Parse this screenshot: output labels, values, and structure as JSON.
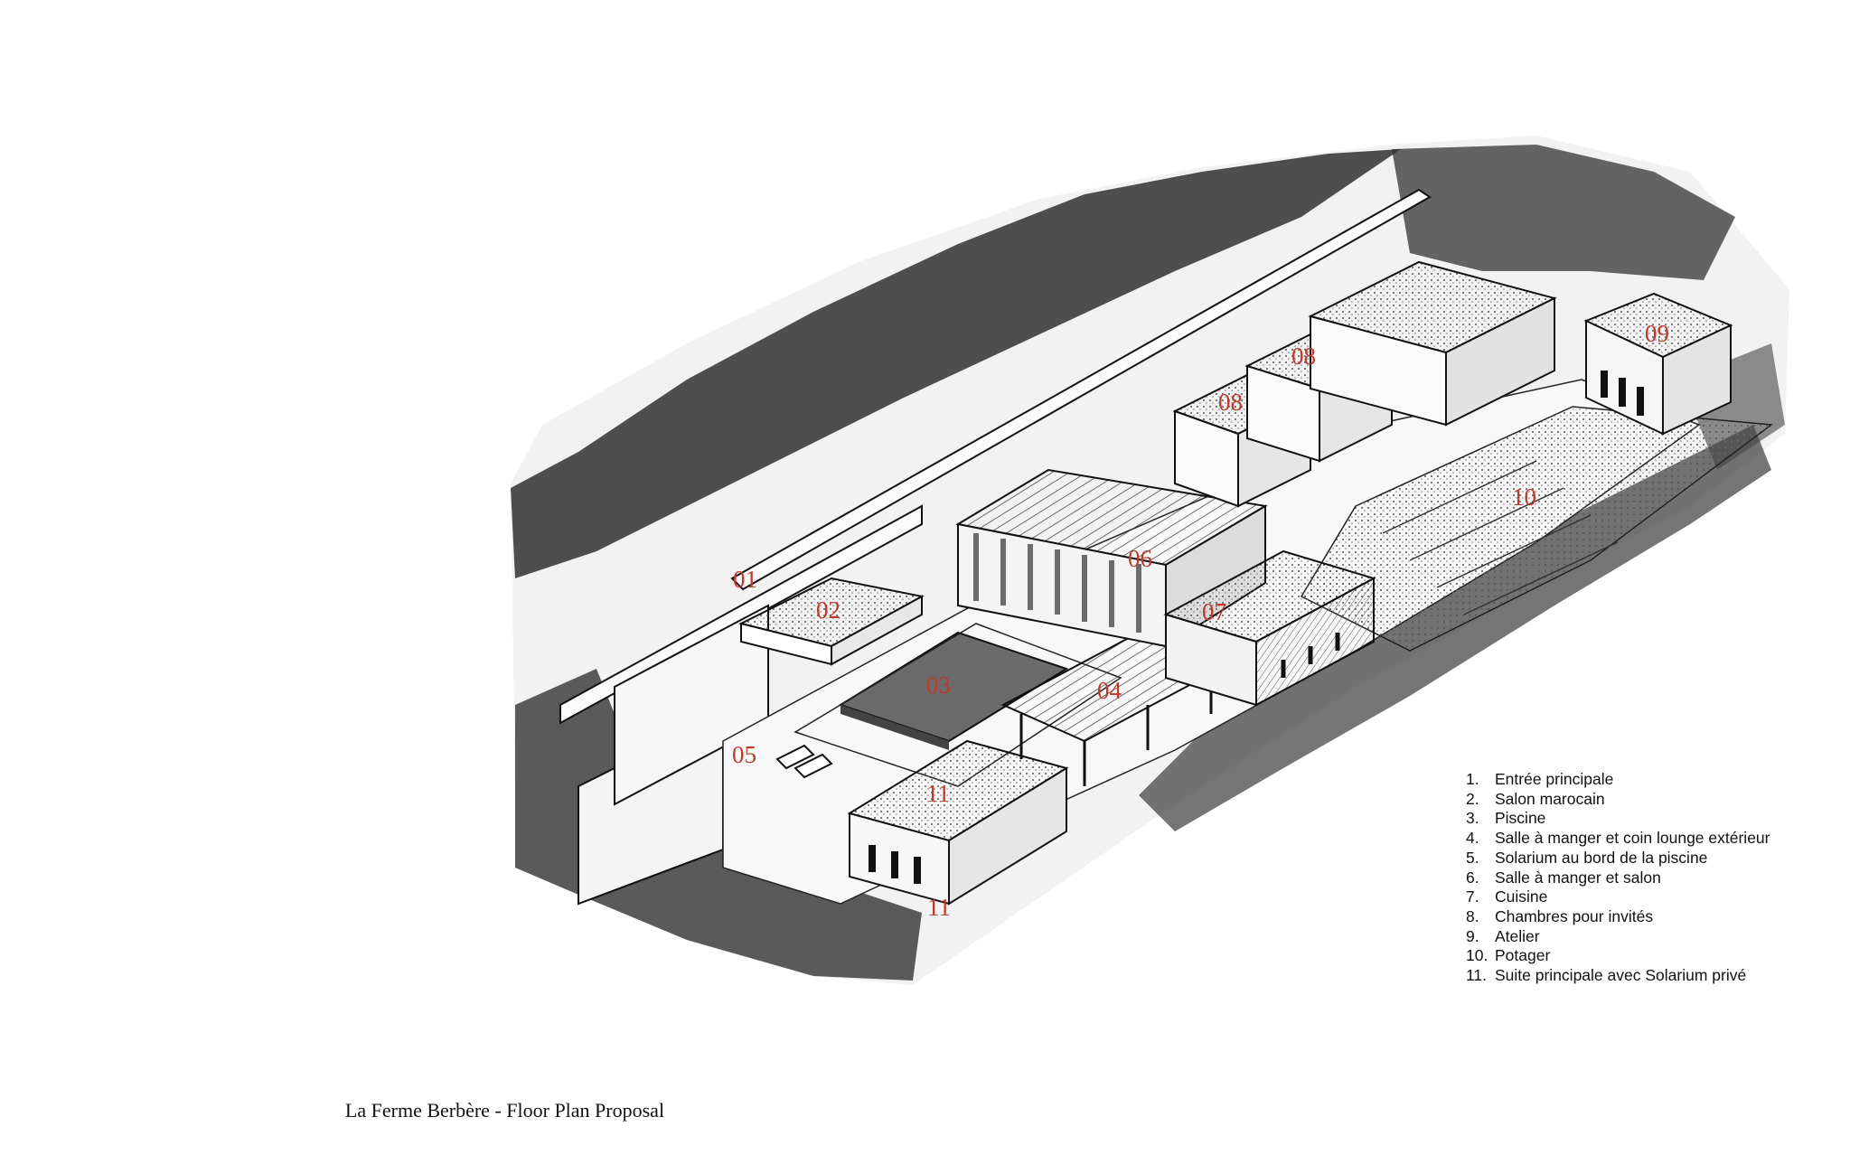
{
  "diagram": {
    "caption": "La Ferme Berbère - Floor Plan Proposal",
    "label_color": "#c0392b",
    "zone_labels": [
      "01",
      "02",
      "03",
      "04",
      "05",
      "06",
      "07",
      "08",
      "08",
      "09",
      "10",
      "11",
      "11"
    ],
    "legend": [
      {
        "num": "1.",
        "text": "Entrée principale"
      },
      {
        "num": "2.",
        "text": "Salon marocain"
      },
      {
        "num": "3.",
        "text": "Piscine"
      },
      {
        "num": "4.",
        "text": "Salle à manger et coin lounge extérieur"
      },
      {
        "num": "5.",
        "text": "Solarium au bord de la piscine"
      },
      {
        "num": "6.",
        "text": "Salle à manger et salon"
      },
      {
        "num": "7.",
        "text": "Cuisine"
      },
      {
        "num": "8.",
        "text": "Chambres pour invités"
      },
      {
        "num": "9.",
        "text": "Atelier"
      },
      {
        "num": "10.",
        "text": "Potager"
      },
      {
        "num": "11.",
        "text": "Suite principale avec Solarium privé"
      }
    ]
  }
}
